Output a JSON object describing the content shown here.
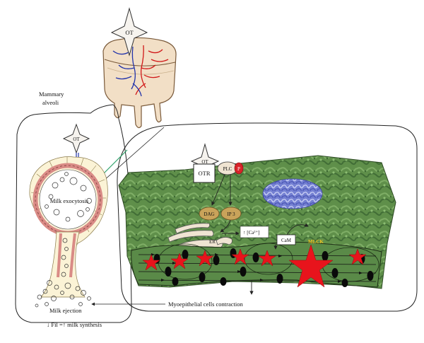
{
  "labels": {
    "mammary_line1": "Mammary",
    "mammary_line2": "alveoli",
    "ot_top": "OT",
    "ot_alveolus": "OT",
    "ot_cell": "OT",
    "otr": "OTR",
    "plc": "PLC",
    "plc_badge": "P",
    "dag": "DAG",
    "ip3": "IP 3",
    "calcium": "↑ [Ca²⁺]",
    "er": "ER",
    "cam": "CaM",
    "mlck": "MLCK",
    "milk_exocytosis": "Milk exocytosis",
    "milk_ejection": "Milk ejection",
    "fil": "↓ Fil =↑ milk synthesis",
    "contraction": "Myoepithelial cells contraction"
  },
  "colors": {
    "cell_green": "#5f8f4a",
    "cell_green_dark": "#3e6a33",
    "nucleus_blue": "#6f78cf",
    "er_fill": "#efe4d2",
    "oval_fill": "#c9a35a",
    "plc_red": "#d8242a",
    "mlck_text": "#f0c020",
    "star_red": "#e8141c",
    "alveolus_outer": "#fbf3d6",
    "alveolus_pink": "#d98b86",
    "brain_fill": "#f2dfc6",
    "vessel_red": "#d01818",
    "vessel_blue": "#2233aa",
    "connector_green": "#2fa36b"
  }
}
